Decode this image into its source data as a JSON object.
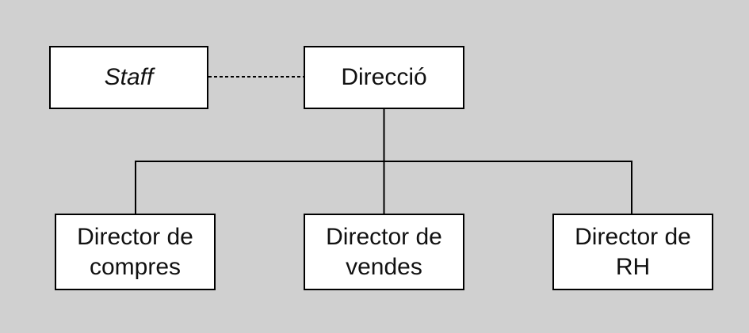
{
  "diagram": {
    "nodes": {
      "staff": {
        "label": "Staff"
      },
      "direccio": {
        "label": "Direcció"
      },
      "compres": {
        "label": "Director de\ncompres"
      },
      "vendes": {
        "label": "Director de\nvendes"
      },
      "rh": {
        "label": "Director de\nRH"
      }
    },
    "edges": [
      {
        "from": "staff",
        "to": "direccio",
        "style": "dashed"
      },
      {
        "from": "direccio",
        "to": "compres",
        "style": "solid"
      },
      {
        "from": "direccio",
        "to": "vendes",
        "style": "solid"
      },
      {
        "from": "direccio",
        "to": "rh",
        "style": "solid"
      }
    ],
    "colors": {
      "background": "#d0d0d0",
      "box_fill": "#ffffff",
      "line": "#000000"
    }
  }
}
